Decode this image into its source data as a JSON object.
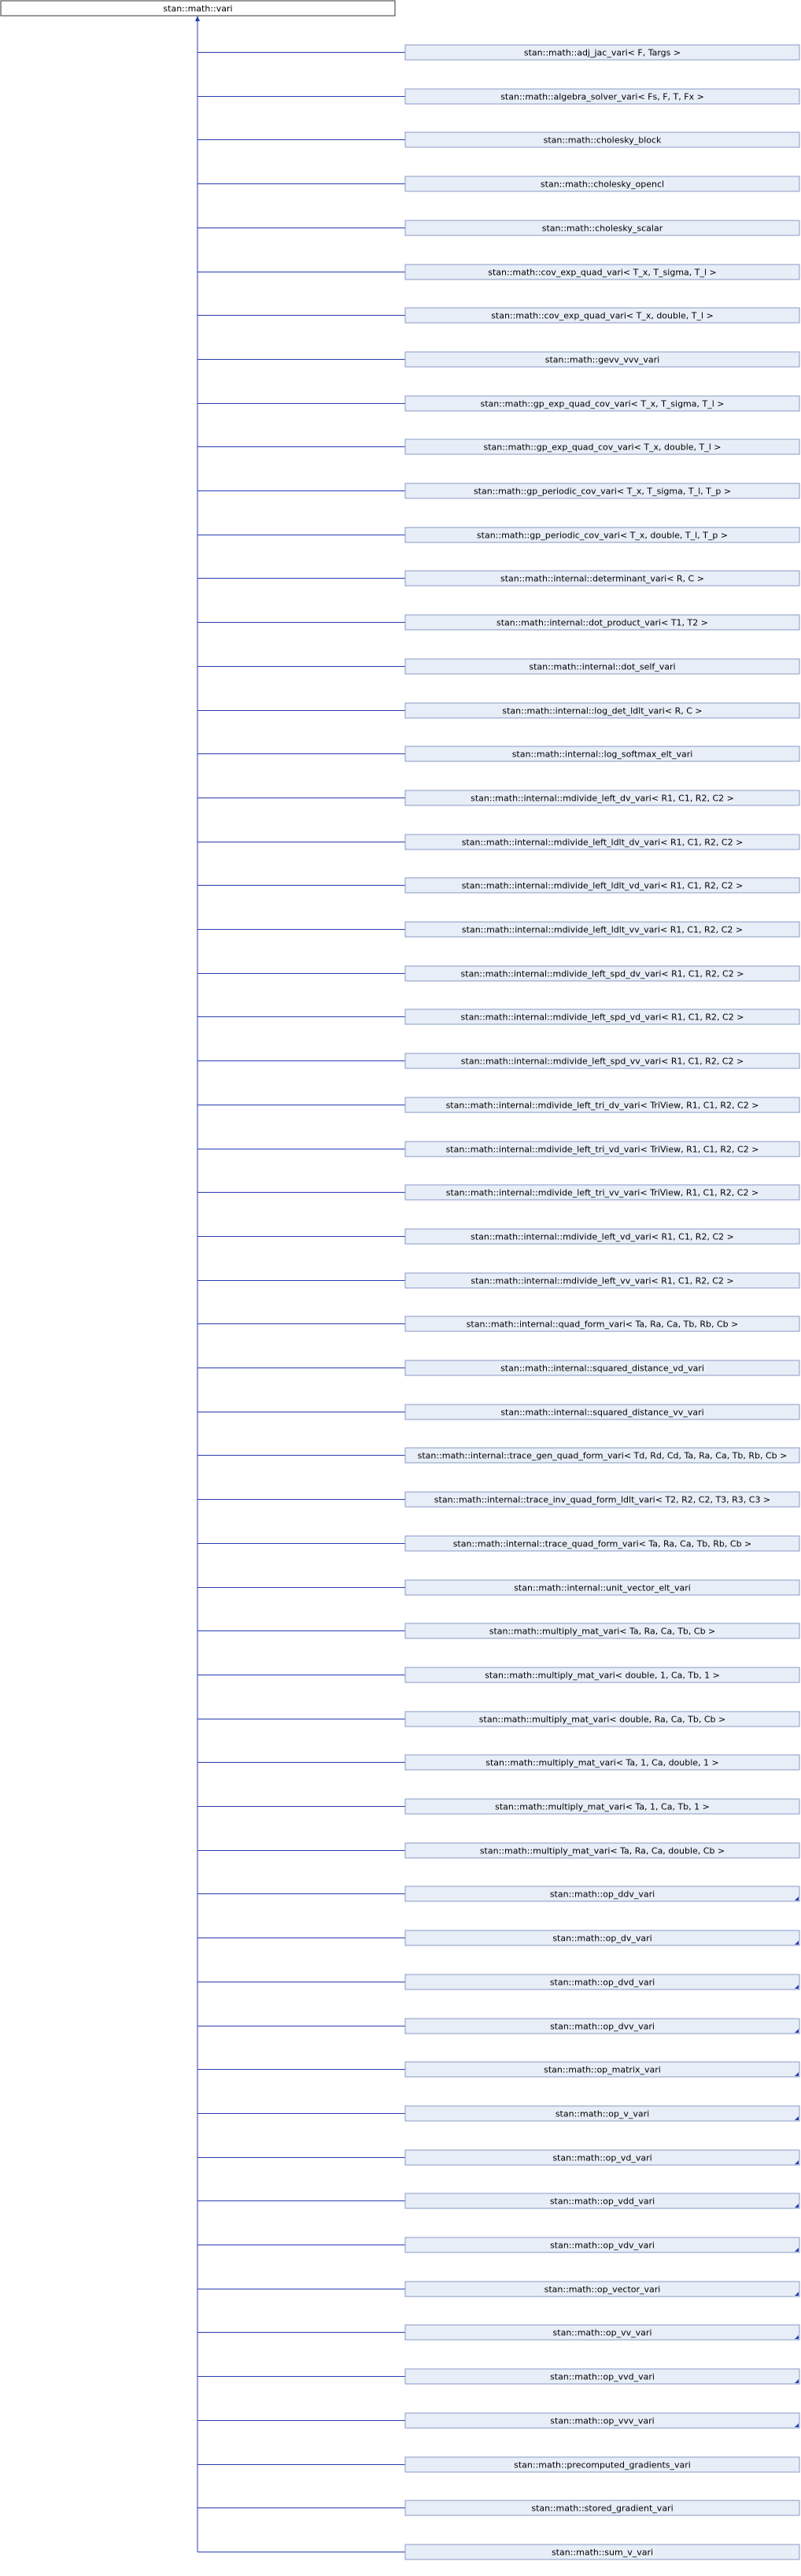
{
  "root": {
    "label": "stan::math::vari"
  },
  "colors": {
    "line": "#283bb0",
    "child_fill": "#e8eef7",
    "child_stroke": "#8a9ac7",
    "root_fill": "#ffffff",
    "root_stroke": "#333333",
    "text": "#000000"
  },
  "children": [
    {
      "label": "stan::math::adj_jac_vari< F, Targs >",
      "has_children": false
    },
    {
      "label": "stan::math::algebra_solver_vari< Fs, F, T, Fx >",
      "has_children": false
    },
    {
      "label": "stan::math::cholesky_block",
      "has_children": false
    },
    {
      "label": "stan::math::cholesky_opencl",
      "has_children": false
    },
    {
      "label": "stan::math::cholesky_scalar",
      "has_children": false
    },
    {
      "label": "stan::math::cov_exp_quad_vari< T_x, T_sigma, T_l >",
      "has_children": false
    },
    {
      "label": "stan::math::cov_exp_quad_vari< T_x, double, T_l >",
      "has_children": false
    },
    {
      "label": "stan::math::gevv_vvv_vari",
      "has_children": false
    },
    {
      "label": "stan::math::gp_exp_quad_cov_vari< T_x, T_sigma, T_l >",
      "has_children": false
    },
    {
      "label": "stan::math::gp_exp_quad_cov_vari< T_x, double, T_l >",
      "has_children": false
    },
    {
      "label": "stan::math::gp_periodic_cov_vari< T_x, T_sigma, T_l, T_p >",
      "has_children": false
    },
    {
      "label": "stan::math::gp_periodic_cov_vari< T_x, double, T_l, T_p >",
      "has_children": false
    },
    {
      "label": "stan::math::internal::determinant_vari< R, C >",
      "has_children": false
    },
    {
      "label": "stan::math::internal::dot_product_vari< T1, T2 >",
      "has_children": false
    },
    {
      "label": "stan::math::internal::dot_self_vari",
      "has_children": false
    },
    {
      "label": "stan::math::internal::log_det_ldlt_vari< R, C >",
      "has_children": false
    },
    {
      "label": "stan::math::internal::log_softmax_elt_vari",
      "has_children": false
    },
    {
      "label": "stan::math::internal::mdivide_left_dv_vari< R1, C1, R2, C2 >",
      "has_children": false
    },
    {
      "label": "stan::math::internal::mdivide_left_ldlt_dv_vari< R1, C1, R2, C2 >",
      "has_children": false
    },
    {
      "label": "stan::math::internal::mdivide_left_ldlt_vd_vari< R1, C1, R2, C2 >",
      "has_children": false
    },
    {
      "label": "stan::math::internal::mdivide_left_ldlt_vv_vari< R1, C1, R2, C2 >",
      "has_children": false
    },
    {
      "label": "stan::math::internal::mdivide_left_spd_dv_vari< R1, C1, R2, C2 >",
      "has_children": false
    },
    {
      "label": "stan::math::internal::mdivide_left_spd_vd_vari< R1, C1, R2, C2 >",
      "has_children": false
    },
    {
      "label": "stan::math::internal::mdivide_left_spd_vv_vari< R1, C1, R2, C2 >",
      "has_children": false
    },
    {
      "label": "stan::math::internal::mdivide_left_tri_dv_vari< TriView, R1, C1, R2, C2 >",
      "has_children": false
    },
    {
      "label": "stan::math::internal::mdivide_left_tri_vd_vari< TriView, R1, C1, R2, C2 >",
      "has_children": false
    },
    {
      "label": "stan::math::internal::mdivide_left_tri_vv_vari< TriView, R1, C1, R2, C2 >",
      "has_children": false
    },
    {
      "label": "stan::math::internal::mdivide_left_vd_vari< R1, C1, R2, C2 >",
      "has_children": false
    },
    {
      "label": "stan::math::internal::mdivide_left_vv_vari< R1, C1, R2, C2 >",
      "has_children": false
    },
    {
      "label": "stan::math::internal::quad_form_vari< Ta, Ra, Ca, Tb, Rb, Cb >",
      "has_children": false
    },
    {
      "label": "stan::math::internal::squared_distance_vd_vari",
      "has_children": false
    },
    {
      "label": "stan::math::internal::squared_distance_vv_vari",
      "has_children": false
    },
    {
      "label": "stan::math::internal::trace_gen_quad_form_vari< Td, Rd, Cd, Ta, Ra, Ca, Tb, Rb, Cb >",
      "has_children": false
    },
    {
      "label": "stan::math::internal::trace_inv_quad_form_ldlt_vari< T2, R2, C2, T3, R3, C3 >",
      "has_children": false
    },
    {
      "label": "stan::math::internal::trace_quad_form_vari< Ta, Ra, Ca, Tb, Rb, Cb >",
      "has_children": false
    },
    {
      "label": "stan::math::internal::unit_vector_elt_vari",
      "has_children": false
    },
    {
      "label": "stan::math::multiply_mat_vari< Ta, Ra, Ca, Tb, Cb >",
      "has_children": false
    },
    {
      "label": "stan::math::multiply_mat_vari< double, 1, Ca, Tb, 1 >",
      "has_children": false
    },
    {
      "label": "stan::math::multiply_mat_vari< double, Ra, Ca, Tb, Cb >",
      "has_children": false
    },
    {
      "label": "stan::math::multiply_mat_vari< Ta, 1, Ca, double, 1 >",
      "has_children": false
    },
    {
      "label": "stan::math::multiply_mat_vari< Ta, 1, Ca, Tb, 1 >",
      "has_children": false
    },
    {
      "label": "stan::math::multiply_mat_vari< Ta, Ra, Ca, double, Cb >",
      "has_children": false
    },
    {
      "label": "stan::math::op_ddv_vari",
      "has_children": true
    },
    {
      "label": "stan::math::op_dv_vari",
      "has_children": true
    },
    {
      "label": "stan::math::op_dvd_vari",
      "has_children": true
    },
    {
      "label": "stan::math::op_dvv_vari",
      "has_children": true
    },
    {
      "label": "stan::math::op_matrix_vari",
      "has_children": true
    },
    {
      "label": "stan::math::op_v_vari",
      "has_children": true
    },
    {
      "label": "stan::math::op_vd_vari",
      "has_children": true
    },
    {
      "label": "stan::math::op_vdd_vari",
      "has_children": true
    },
    {
      "label": "stan::math::op_vdv_vari",
      "has_children": true
    },
    {
      "label": "stan::math::op_vector_vari",
      "has_children": true
    },
    {
      "label": "stan::math::op_vv_vari",
      "has_children": true
    },
    {
      "label": "stan::math::op_vvd_vari",
      "has_children": true
    },
    {
      "label": "stan::math::op_vvv_vari",
      "has_children": true
    },
    {
      "label": "stan::math::precomputed_gradients_vari",
      "has_children": false
    },
    {
      "label": "stan::math::stored_gradient_vari",
      "has_children": false
    },
    {
      "label": "stan::math::sum_v_vari",
      "has_children": false
    }
  ]
}
